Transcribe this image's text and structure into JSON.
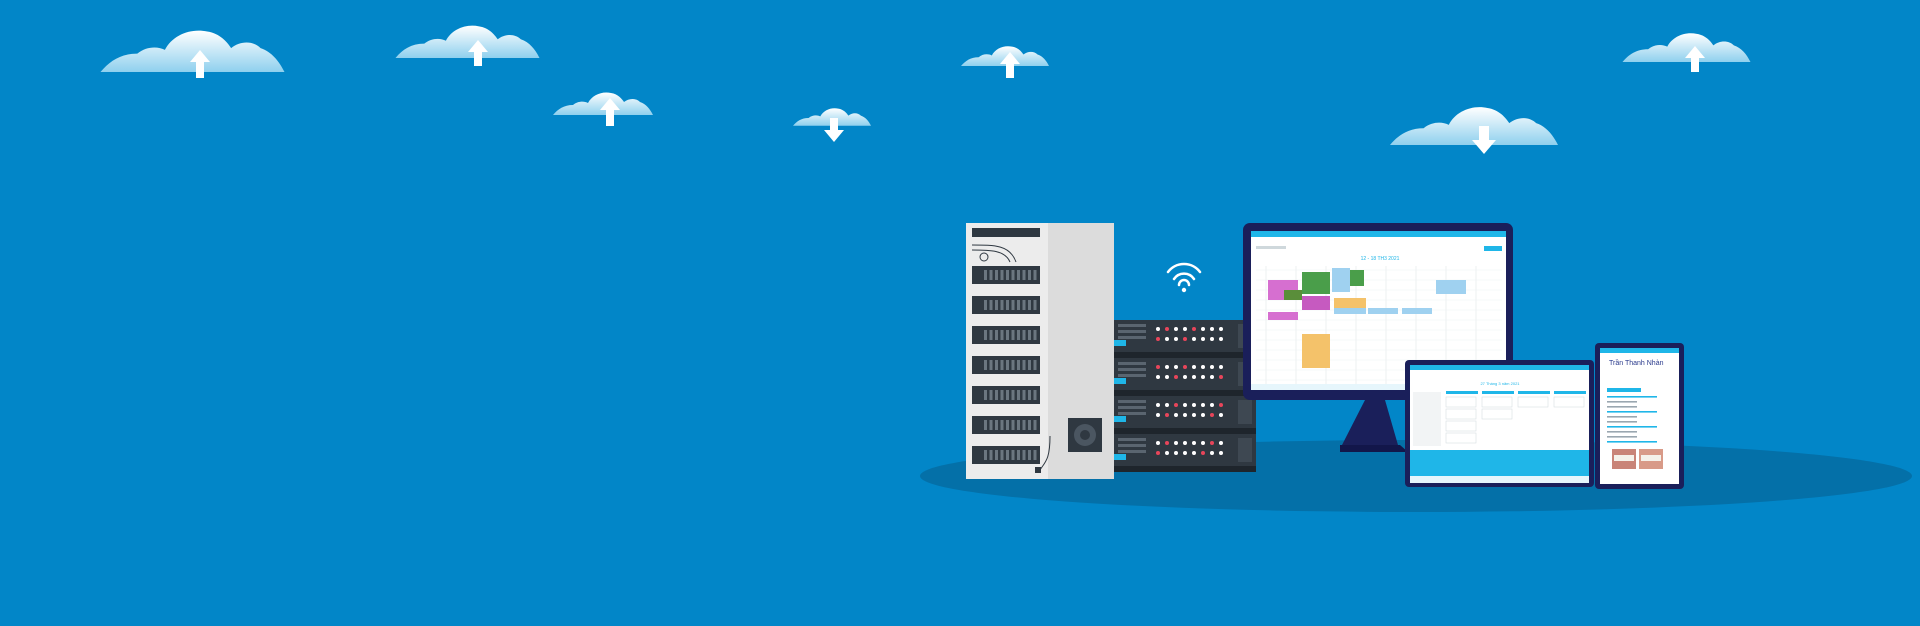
{
  "colors": {
    "background": "#0286c8",
    "cloud_top": "#ffffff",
    "cloud_bottom": "#8fd0ee",
    "floor_shadow": "#0470a8",
    "rack_body": "#2f3841",
    "monitor_frame": "#1a1f5a",
    "screen_accent": "#1fb6e8"
  },
  "clouds": [
    {
      "arrow": "up-arrow-icon"
    },
    {
      "arrow": "up-arrow-icon"
    },
    {
      "arrow": "up-arrow-icon"
    },
    {
      "arrow": "down-arrow-icon"
    },
    {
      "arrow": "up-arrow-icon"
    },
    {
      "arrow": "down-arrow-icon"
    },
    {
      "arrow": "up-arrow-icon"
    }
  ],
  "wifi": {
    "icon": "wifi-icon"
  },
  "monitor": {
    "calendar_date": "12 - 18 TH3 2021"
  },
  "tablet": {
    "date_label": "27 Tháng 3 năm 2021"
  },
  "phone": {
    "patient_name": "Trần Thanh Nhàn"
  }
}
